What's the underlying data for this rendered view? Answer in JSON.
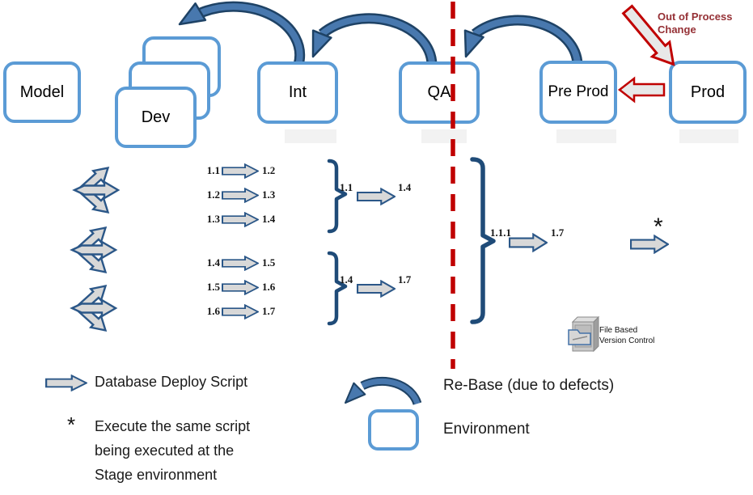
{
  "environments": {
    "model": "Model",
    "dev": "Dev",
    "int": "Int",
    "qa": "QA",
    "preprod": "Pre Prod",
    "prod": "Prod"
  },
  "annotations": {
    "out_of_process_line1": "Out of Process",
    "out_of_process_line2": "Change",
    "stage_script_marker": "*",
    "file_based_line1": "File Based",
    "file_based_line2": "Version Control"
  },
  "flows": {
    "dev_to_dev_a": [
      {
        "from": "1.1",
        "to": "1.2"
      },
      {
        "from": "1.2",
        "to": "1.3"
      },
      {
        "from": "1.3",
        "to": "1.4"
      }
    ],
    "dev_to_dev_b": [
      {
        "from": "1.4",
        "to": "1.5"
      },
      {
        "from": "1.5",
        "to": "1.6"
      },
      {
        "from": "1.6",
        "to": "1.7"
      }
    ],
    "int_consolidated": [
      {
        "from": "1.1",
        "to": "1.4"
      },
      {
        "from": "1.4",
        "to": "1.7"
      }
    ],
    "qa_consolidated": {
      "from": "1.1.1",
      "to": "1.7"
    }
  },
  "legend": {
    "deploy_script": "Database Deploy Script",
    "star": "*",
    "star_note_line1": "Execute the same script",
    "star_note_line2": "being executed at the",
    "star_note_line3": "Stage environment",
    "rebase": "Re-Base (due to defects)",
    "environment": "Environment"
  },
  "colors": {
    "environment_border": "#5B9BD5",
    "flow_arrow_fill": "#D8D8D8",
    "flow_arrow_stroke": "#2B5788",
    "rebase_arc_fill": "#4878AE",
    "rebase_arc_outline": "#1E4265",
    "process_red": "#C00000",
    "out_of_process_text": "#953035"
  }
}
